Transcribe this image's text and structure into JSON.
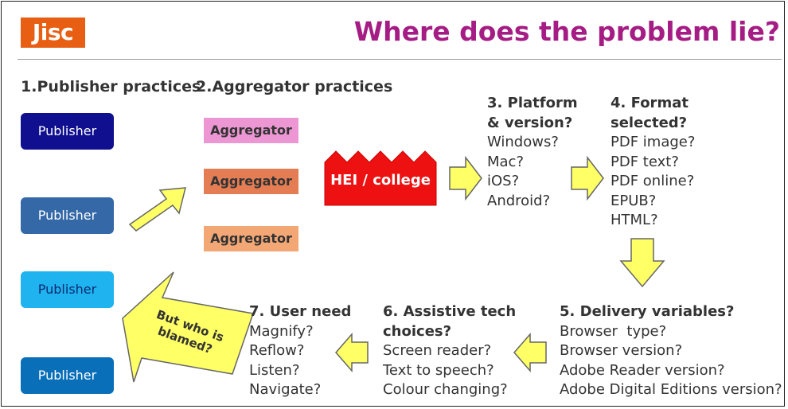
{
  "logo": "Jisc",
  "title": "Where does the problem lie?",
  "col1_heading": "1.Publisher practices",
  "col2_heading": "2.Aggregator practices",
  "publishers": [
    {
      "label": "Publisher",
      "color": "#0f0f8f",
      "text_color": "#ffffff"
    },
    {
      "label": "Publisher",
      "color": "#3468a6",
      "text_color": "#ffffff"
    },
    {
      "label": "Publisher",
      "color": "#1fb4ef",
      "text_color": "#0c2a70"
    },
    {
      "label": "Publisher",
      "color": "#0a6fb9",
      "text_color": "#ffffff"
    }
  ],
  "aggregators": [
    {
      "label": "Aggregator",
      "color": "#ec97d3"
    },
    {
      "label": "Aggregator",
      "color": "#e47d53"
    },
    {
      "label": "Aggregator",
      "color": "#f3a775"
    }
  ],
  "hei": {
    "label": "HEI / college",
    "color": "#ee1111"
  },
  "platform": {
    "heading_1": "3. Platform",
    "heading_2": "& version?",
    "items": [
      "Windows?",
      "Mac?",
      "iOS?",
      "Android?"
    ]
  },
  "format": {
    "heading_1": "4. Format",
    "heading_2": "selected?",
    "items": [
      "PDF image?",
      "PDF text?",
      "PDF online?",
      "EPUB?",
      "HTML?"
    ]
  },
  "delivery": {
    "heading": "5. Delivery variables?",
    "items": [
      "Browser  type?",
      "Browser version?",
      "Adobe Reader version?",
      "Adobe Digital Editions version?"
    ]
  },
  "assistive": {
    "heading_1": "6. Assistive tech",
    "heading_2": "choices?",
    "items": [
      "Screen reader?",
      "Text to speech?",
      "Colour changing?"
    ]
  },
  "user_need": {
    "heading": "7. User need",
    "items": [
      "Magnify?",
      "Reflow?",
      "Listen?",
      "Navigate?"
    ]
  },
  "blame_arrow": {
    "line1": "But who is",
    "line2": "blamed?"
  },
  "colors": {
    "arrow_fill": "#ffff66",
    "arrow_stroke": "#666666",
    "title": "#a51d84",
    "logo": "#e85e13"
  }
}
